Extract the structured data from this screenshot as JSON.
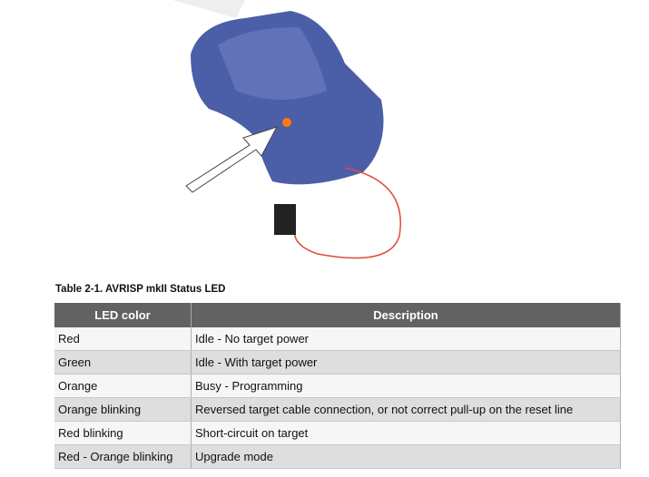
{
  "figure": {
    "alt_icon": "avrisp-mkii-device-photo"
  },
  "table": {
    "caption": "Table 2-1.  AVRISP mkII Status LED",
    "headers": [
      "LED color",
      "Description"
    ],
    "rows": [
      [
        "Red",
        "Idle - No target power"
      ],
      [
        "Green",
        "Idle - With target power"
      ],
      [
        "Orange",
        "Busy - Programming"
      ],
      [
        "Orange blinking",
        "Reversed target cable connection, or not correct pull-up on the reset line"
      ],
      [
        "Red blinking",
        "Short-circuit on target"
      ],
      [
        "Red - Orange blinking",
        "Upgrade mode"
      ]
    ]
  }
}
